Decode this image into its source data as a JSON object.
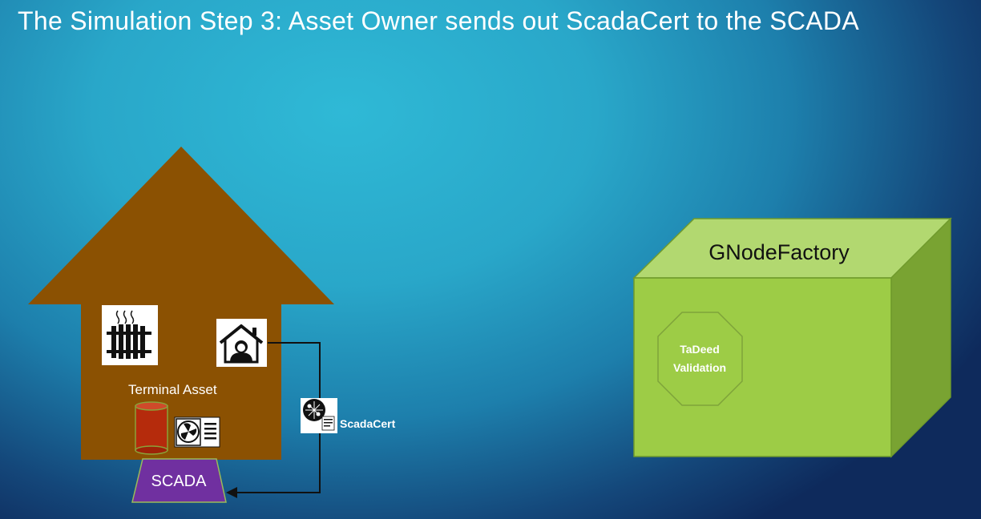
{
  "title": "The Simulation Step 3: Asset Owner sends out ScadaCert to the SCADA",
  "house": {
    "label": "Terminal Asset",
    "color": "#8b5102",
    "icons": [
      "radiator-icon",
      "homeowner-icon",
      "water-tank-icon",
      "heat-pump-icon"
    ]
  },
  "scada": {
    "label": "SCADA",
    "color": "#7030a0"
  },
  "certificate": {
    "label": "ScadaCert",
    "icon": "scadacert-icon"
  },
  "gnode_factory": {
    "label": "GNodeFactory",
    "color_front": "#9dcc46",
    "color_top": "#b2d870",
    "color_side": "#79a332",
    "octagon": {
      "line1": "TaDeed",
      "line2": "Validation"
    }
  }
}
